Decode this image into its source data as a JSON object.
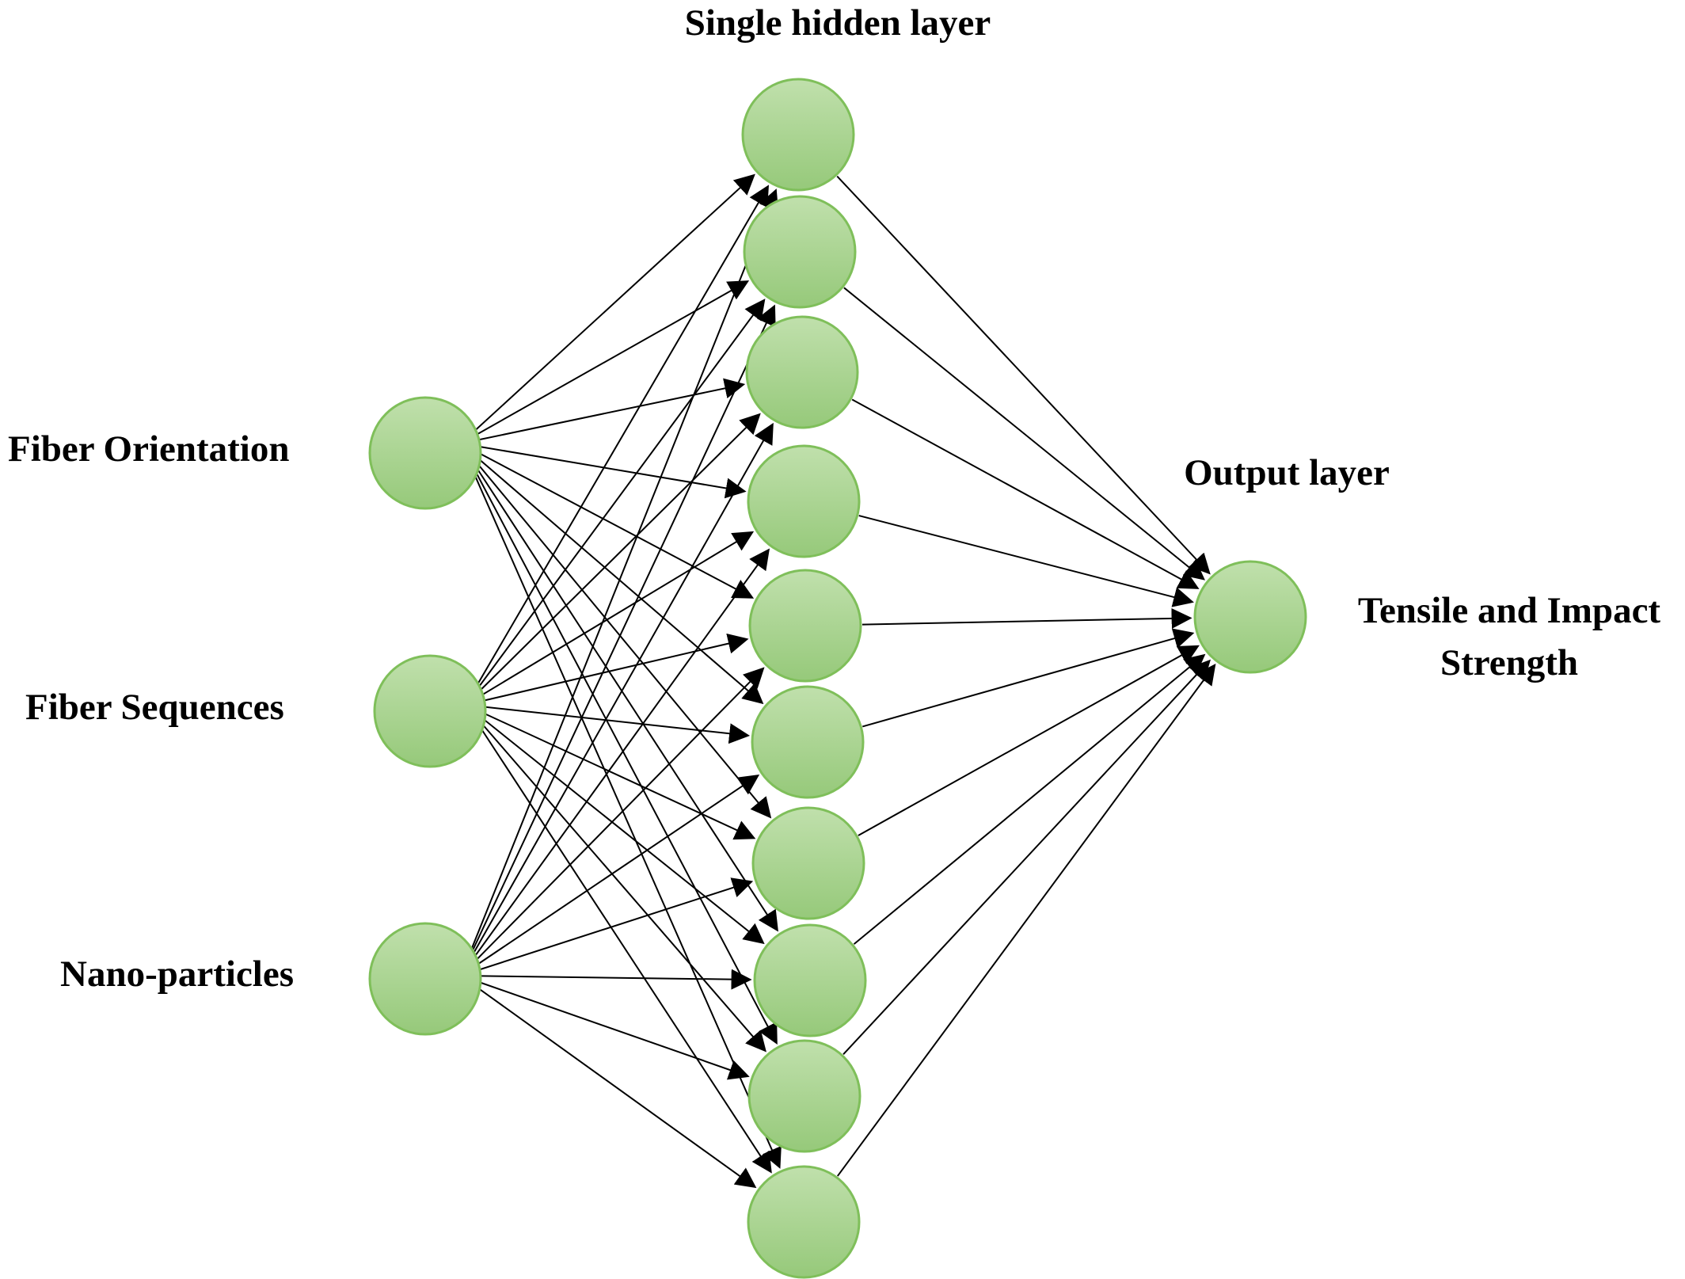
{
  "layers": {
    "hidden_title": "Single hidden layer",
    "output_title": "Output layer"
  },
  "inputs": [
    {
      "label": "Fiber Orientation"
    },
    {
      "label": "Fiber Sequences"
    },
    {
      "label": "Nano-particles"
    }
  ],
  "output": {
    "label_line1": "Tensile and Impact",
    "label_line2": "Strength"
  },
  "hidden_node_count": 10,
  "colors": {
    "node_fill_top": "#c0e0ac",
    "node_fill_bottom": "#96c97a",
    "node_stroke": "#7fbf5a",
    "edge": "#000000",
    "text": "#000000"
  }
}
